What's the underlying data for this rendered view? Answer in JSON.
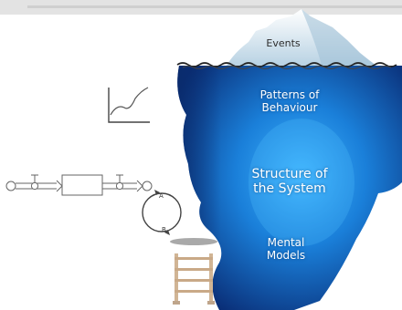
{
  "iceberg": {
    "levels": [
      {
        "label": "Events"
      },
      {
        "label": "Patterns of\nBehaviour"
      },
      {
        "label": "Structure of\nthe System"
      },
      {
        "label": "Mental\nModels"
      }
    ]
  },
  "icons": {
    "events_icon": "line-graph-icon",
    "patterns_icon": "stock-flow-diagram-icon",
    "structure_icon": "feedback-loop-icon",
    "mental_models_icon": "ladder-icon",
    "loop_labels": {
      "a": "A",
      "b": "B"
    }
  },
  "colors": {
    "water_dark": "#0b2c6e",
    "water_light": "#1a8fe0",
    "snow": "#eef6fb"
  }
}
